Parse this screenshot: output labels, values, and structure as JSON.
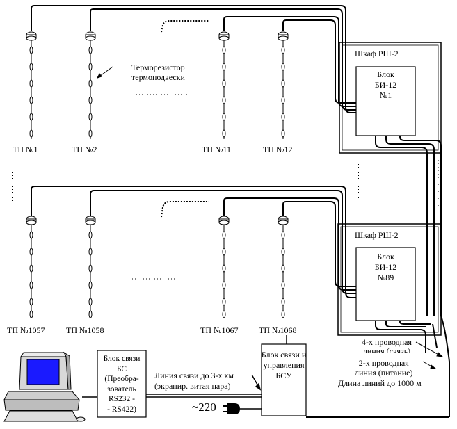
{
  "sensor_label": {
    "line1": "Терморезистор",
    "line2": "термоподвески"
  },
  "upper_row_labels": [
    "ТП №1",
    "ТП №2",
    "ТП №11",
    "ТП №12"
  ],
  "lower_row_labels": [
    "ТП №1057",
    "ТП №1058",
    "ТП №1067",
    "ТП №1068"
  ],
  "cabinet_top": {
    "title": "Шкаф РШ-2",
    "block": [
      "Блок",
      "БИ-12",
      "№1"
    ]
  },
  "cabinet_bottom": {
    "title": "Шкаф РШ-2",
    "block": [
      "Блок",
      "БИ-12",
      "№89"
    ]
  },
  "bs_block": [
    "Блок связи",
    "БС",
    "(Преобра-",
    "зователь",
    "RS232 -",
    "- RS422)"
  ],
  "bsu_block": [
    "Блок связи и",
    "управления",
    "БСУ"
  ],
  "comm_line": {
    "line1": "Линия связи до 3-х км",
    "line2": "(экранир. витая пара)"
  },
  "power": "~220",
  "right_notes": {
    "four_wire": [
      "4-х проводная",
      "линия (связь)"
    ],
    "two_wire": [
      "2-х проводная",
      "линия (питание)"
    ],
    "length": "Длина линий до 1000 м"
  },
  "colors": {
    "line": "#000000",
    "monitor_screen": "#1a1aff",
    "computer_body": "#d8d8d8"
  }
}
